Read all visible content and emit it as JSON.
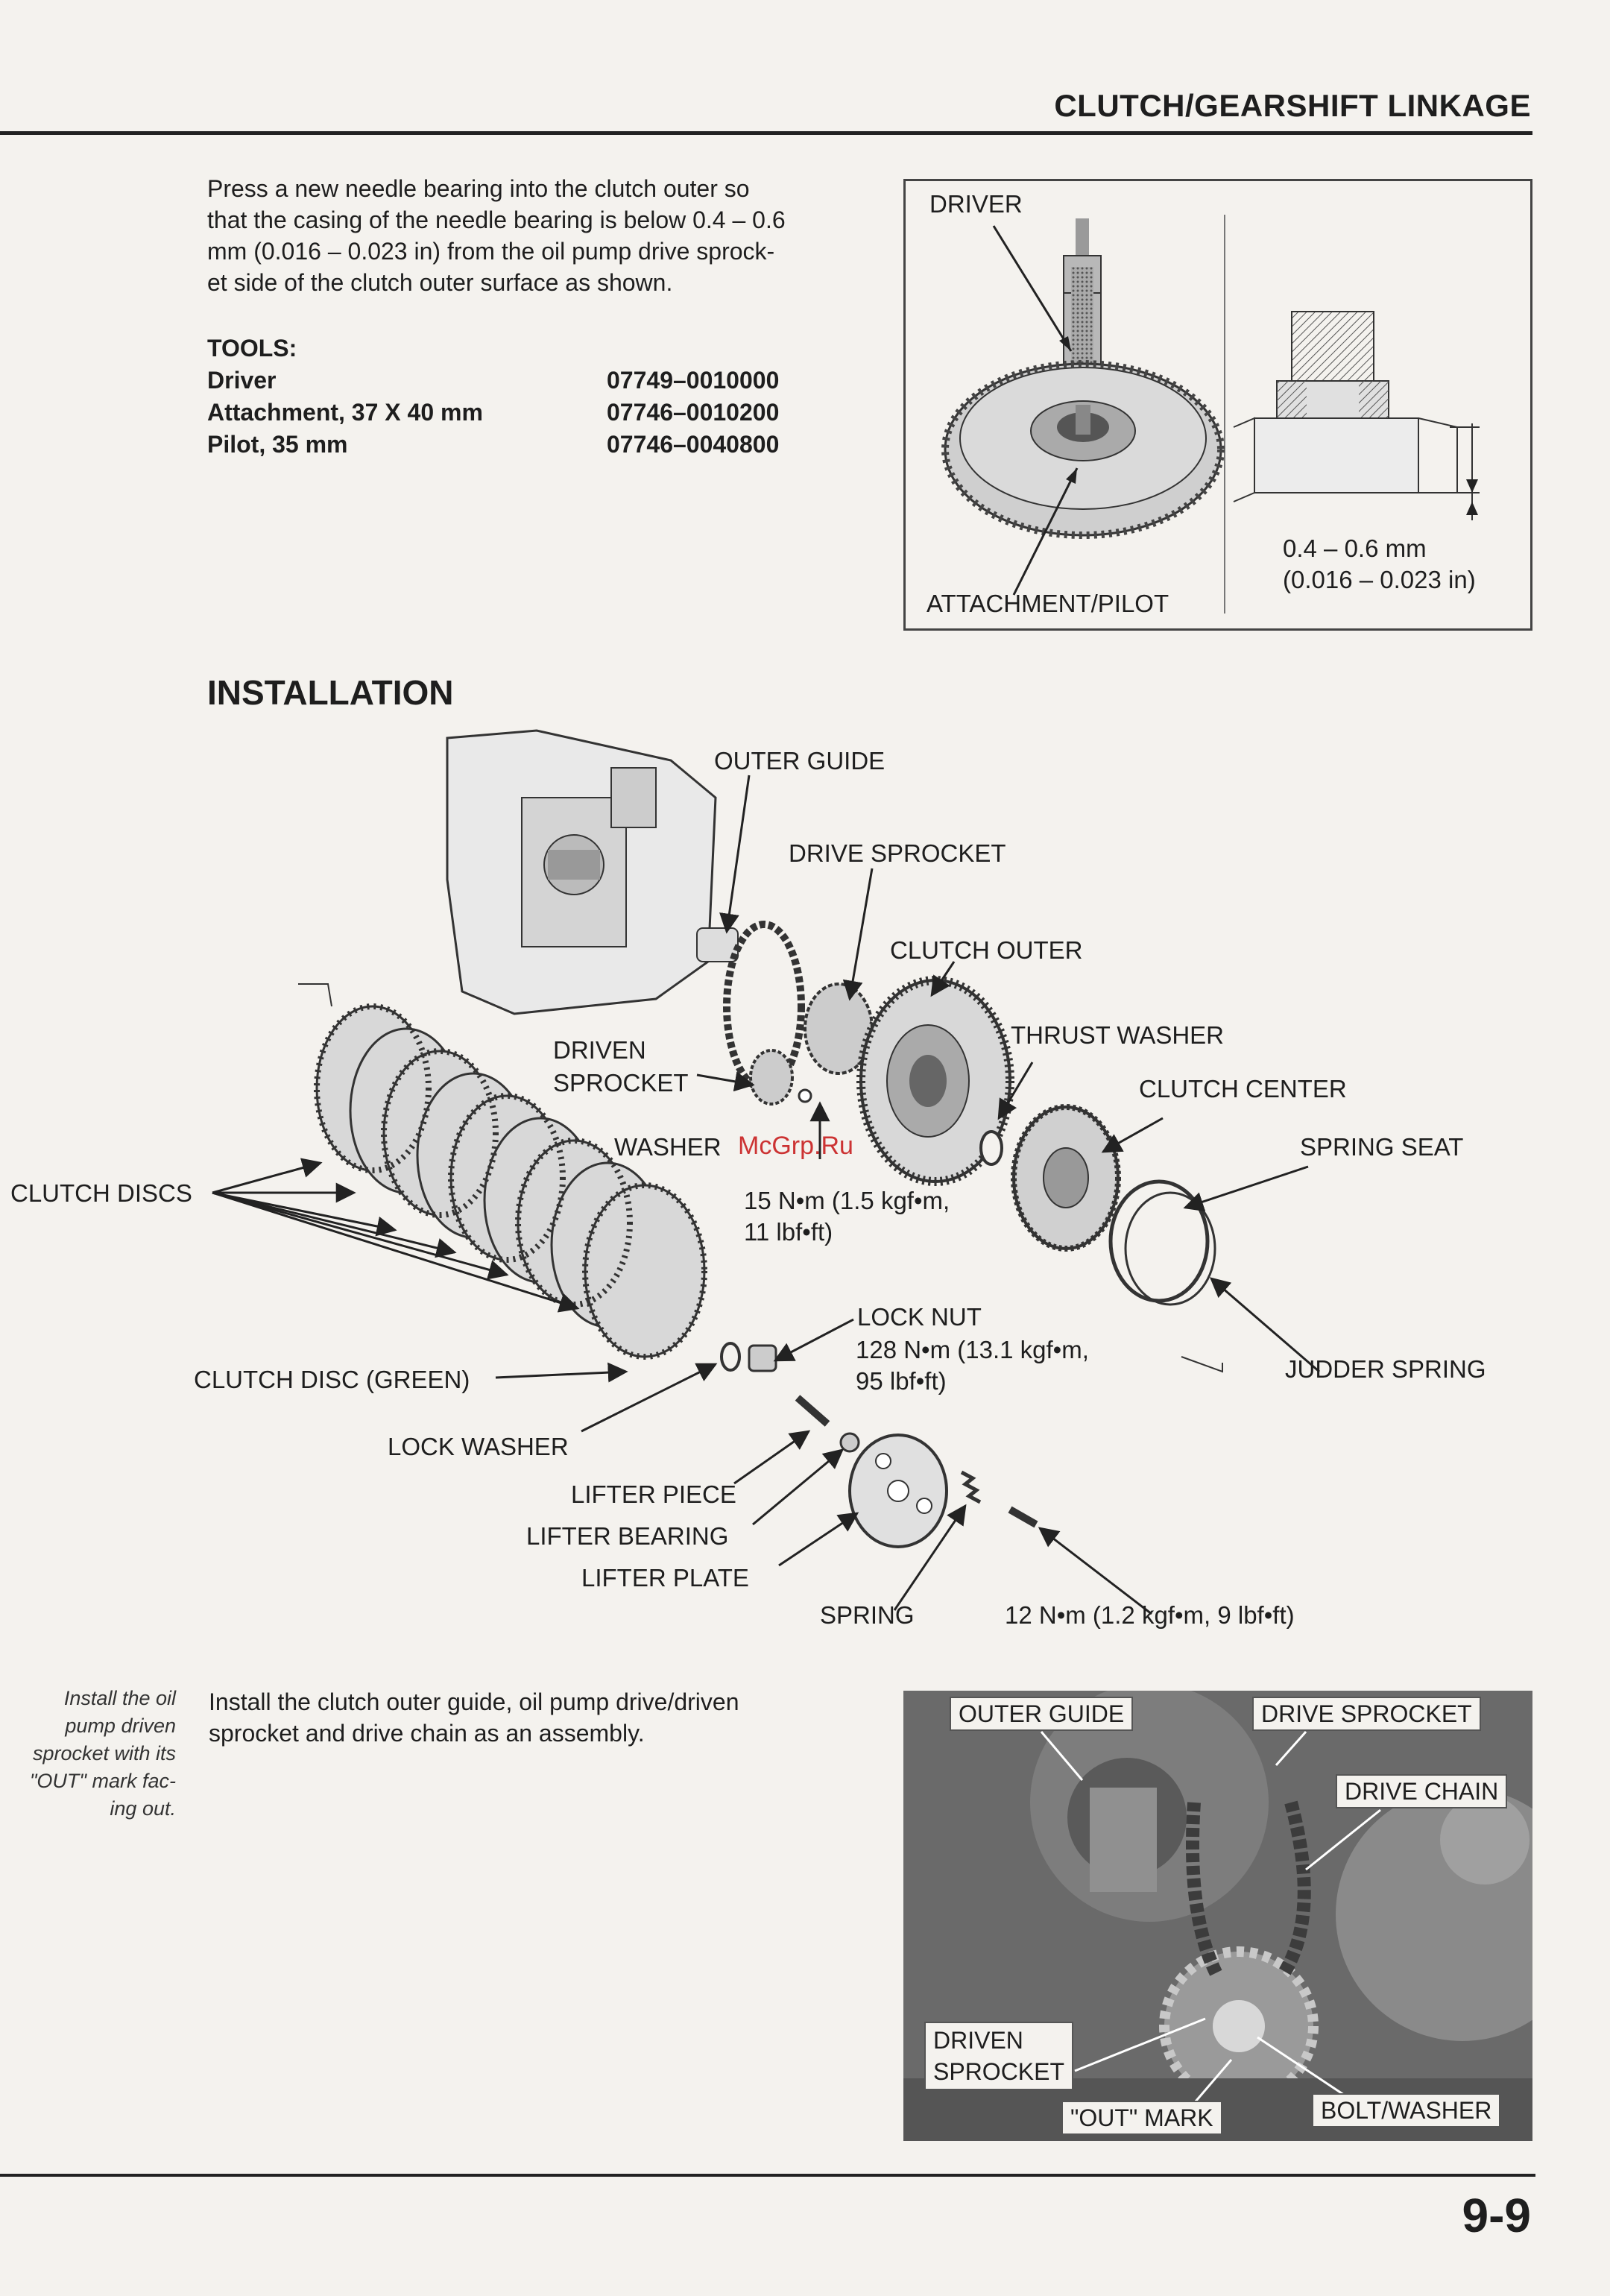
{
  "header": {
    "title": "CLUTCH/GEARSHIFT LINKAGE"
  },
  "intro": {
    "paragraph_lines": [
      "Press a new needle bearing into the clutch outer so",
      "that the casing of the needle bearing is below 0.4 – 0.6",
      "mm (0.016 – 0.023 in) from the oil pump drive sprock-",
      "et side of the clutch outer surface as shown."
    ],
    "tools_heading": "TOOLS:",
    "tools": [
      {
        "name": "Driver",
        "number": "07749–0010000"
      },
      {
        "name": "Attachment, 37 X 40 mm",
        "number": "07746–0010200"
      },
      {
        "name": "Pilot, 35 mm",
        "number": "07746–0040800"
      }
    ]
  },
  "figure1": {
    "driver_label": "DRIVER",
    "attachment_label": "ATTACHMENT/PILOT",
    "depth_mm": "0.4 – 0.6 mm",
    "depth_in": "(0.016 – 0.023 in)"
  },
  "installation": {
    "heading": "INSTALLATION",
    "labels": {
      "outer_guide": "OUTER GUIDE",
      "drive_sprocket": "DRIVE SPROCKET",
      "clutch_outer": "CLUTCH OUTER",
      "driven_line1": "DRIVEN",
      "driven_line2": "SPROCKET",
      "thrust_washer": "THRUST WASHER",
      "clutch_center": "CLUTCH CENTER",
      "washer": "WASHER",
      "spring_seat": "SPRING SEAT",
      "clutch_discs": "CLUTCH DISCS",
      "torque15_line1": "15 N•m (1.5 kgf•m,",
      "torque15_line2": "11 lbf•ft)",
      "lock_nut": "LOCK NUT",
      "torque128_line1": "128 N•m (13.1 kgf•m,",
      "torque128_line2": "95 lbf•ft)",
      "judder_spring": "JUDDER SPRING",
      "clutch_disc_green": "CLUTCH DISC (GREEN)",
      "lock_washer": "LOCK WASHER",
      "lifter_piece": "LIFTER PIECE",
      "lifter_bearing": "LIFTER BEARING",
      "lifter_plate": "LIFTER PLATE",
      "spring": "SPRING",
      "torque12": "12 N•m (1.2 kgf•m, 9 lbf•ft)"
    },
    "watermark": "McGrp.Ru"
  },
  "step2": {
    "side_note_lines": [
      "Install the oil",
      "pump driven",
      "sprocket with its",
      "\"OUT\" mark fac-",
      "ing out."
    ],
    "paragraph_lines": [
      "Install the clutch outer guide, oil pump drive/driven",
      "sprocket and drive chain as an assembly."
    ],
    "photo_labels": {
      "outer_guide": "OUTER GUIDE",
      "drive_sprocket": "DRIVE SPROCKET",
      "drive_chain": "DRIVE CHAIN",
      "driven_line1": "DRIVEN",
      "driven_line2": "SPROCKET",
      "out_mark": "\"OUT\" MARK",
      "bolt_washer": "BOLT/WASHER"
    }
  },
  "footer": {
    "page_number": "9-9"
  }
}
